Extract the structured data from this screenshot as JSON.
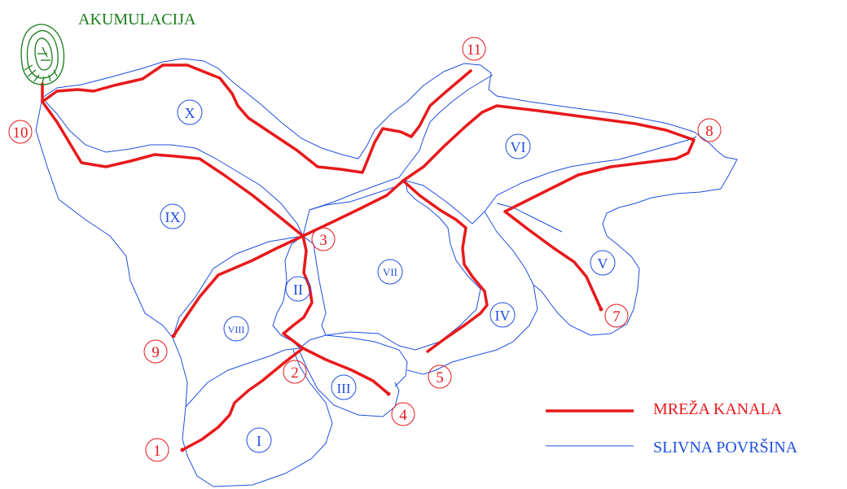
{
  "colors": {
    "channel": "#e8191b",
    "basin": "#1f4fe0",
    "reservoir": "#1b7d1b",
    "background": "#ffffff"
  },
  "reservoir": {
    "label": "AKUMULACIJA",
    "icon": "reservoir-icon"
  },
  "legend": {
    "channel_label": "MREŽA KANALA",
    "basin_label": "SLIVNA POVRŠINA"
  },
  "nodes": [
    {
      "id": "node-1",
      "label": "1"
    },
    {
      "id": "node-2",
      "label": "2"
    },
    {
      "id": "node-3",
      "label": "3"
    },
    {
      "id": "node-4",
      "label": "4"
    },
    {
      "id": "node-5",
      "label": "5"
    },
    {
      "id": "node-7",
      "label": "7"
    },
    {
      "id": "node-8",
      "label": "8"
    },
    {
      "id": "node-9",
      "label": "9"
    },
    {
      "id": "node-10",
      "label": "10"
    },
    {
      "id": "node-11",
      "label": "11"
    }
  ],
  "subbasins": [
    {
      "id": "subbasin-I",
      "label": "I"
    },
    {
      "id": "subbasin-II",
      "label": "II"
    },
    {
      "id": "subbasin-III",
      "label": "III"
    },
    {
      "id": "subbasin-IV",
      "label": "IV"
    },
    {
      "id": "subbasin-V",
      "label": "V"
    },
    {
      "id": "subbasin-VI",
      "label": "VI"
    },
    {
      "id": "subbasin-VII",
      "label": "VII"
    },
    {
      "id": "subbasin-VIII",
      "label": "VIII"
    },
    {
      "id": "subbasin-IX",
      "label": "IX"
    },
    {
      "id": "subbasin-X",
      "label": "X"
    }
  ]
}
